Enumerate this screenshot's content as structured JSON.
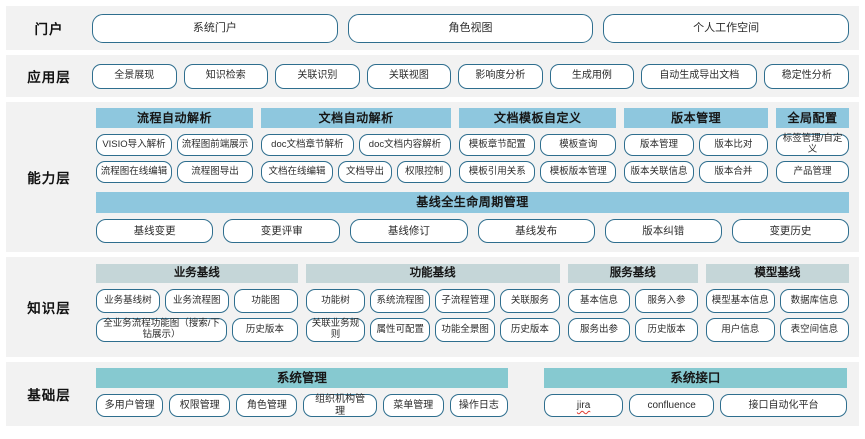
{
  "colors": {
    "pill_border": "#2e6e8e",
    "row_bg": "#f2f2f2",
    "capability_header_bg": "#8ec7de",
    "knowledge_header_bg": "#c5d6d8",
    "foundation_header_bg": "#86c9d0",
    "page_bg": "#ffffff",
    "spellcheck_underline": "#e03b30"
  },
  "rows": {
    "portal": {
      "label": "门户",
      "items": [
        "系统门户",
        "角色视图",
        "个人工作空间"
      ]
    },
    "application": {
      "label": "应用层",
      "items": [
        "全景展现",
        "知识检索",
        "关联识别",
        "关联视图",
        "影响度分析",
        "生成用例",
        "自动生成导出文档",
        "稳定性分析"
      ]
    },
    "capability": {
      "label": "能力层",
      "groups": [
        {
          "title": "流程自动解析",
          "rows": [
            [
              "VISIO导入解析",
              "流程图前端展示"
            ],
            [
              "流程图在线编辑",
              "流程图导出"
            ]
          ]
        },
        {
          "title": "文档自动解析",
          "rows": [
            [
              "doc文档章节解析",
              "doc文档内容解析"
            ],
            [
              "文档在线编辑",
              "文档导出",
              "权限控制"
            ]
          ]
        },
        {
          "title": "文档模板自定义",
          "rows": [
            [
              "模板章节配置",
              "模板查询"
            ],
            [
              "模板引用关系",
              "模板版本管理"
            ]
          ]
        },
        {
          "title": "版本管理",
          "rows": [
            [
              "版本管理",
              "版本比对"
            ],
            [
              "版本关联信息",
              "版本合并"
            ]
          ]
        },
        {
          "title": "全局配置",
          "rows": [
            [
              "标签管理/自定义"
            ],
            [
              "产品管理"
            ]
          ]
        }
      ],
      "baseline": {
        "title": "基线全生命周期管理",
        "items": [
          "基线变更",
          "变更评审",
          "基线修订",
          "基线发布",
          "版本纠错",
          "变更历史"
        ]
      }
    },
    "knowledge": {
      "label": "知识层",
      "groups": [
        {
          "title": "业务基线",
          "rows": [
            [
              "业务基线树",
              "业务流程图",
              "功能图"
            ],
            [
              "全业务流程功能图（搜索/下钻展示）",
              "历史版本"
            ]
          ]
        },
        {
          "title": "功能基线",
          "rows": [
            [
              "功能树",
              "系统流程图",
              "子流程管理",
              "关联服务"
            ],
            [
              "关联业务规则",
              "属性可配置",
              "功能全景图",
              "历史版本"
            ]
          ]
        },
        {
          "title": "服务基线",
          "rows": [
            [
              "基本信息",
              "服务入参"
            ],
            [
              "服务出参",
              "历史版本"
            ]
          ]
        },
        {
          "title": "模型基线",
          "rows": [
            [
              "模型基本信息",
              "数据库信息"
            ],
            [
              "用户信息",
              "表空间信息"
            ]
          ]
        }
      ]
    },
    "foundation": {
      "label": "基础层",
      "groups": [
        {
          "title": "系统管理",
          "items": [
            "多用户管理",
            "权限管理",
            "角色管理",
            "组织机构管理",
            "菜单管理",
            "操作日志"
          ]
        },
        {
          "title": "系统接口",
          "items": [
            "jira",
            "confluence",
            "接口自动化平台"
          ]
        }
      ]
    }
  }
}
